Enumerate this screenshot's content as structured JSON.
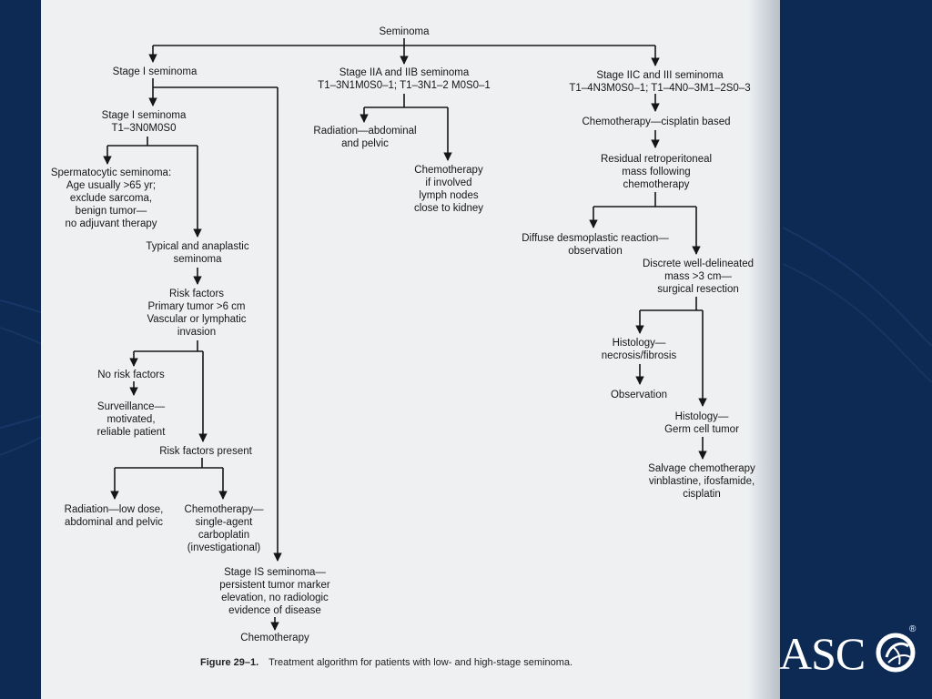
{
  "nodes": {
    "seminoma": "Seminoma",
    "stage1": "Stage I seminoma",
    "stage2ab": "Stage IIA and IIB seminoma\nT1–3N1M0S0–1; T1–3N1–2 M0S0–1",
    "stage2c3": "Stage IIC and III seminoma\nT1–4N3M0S0–1; T1–4N0–3M1–2S0–3",
    "stage1_t": "Stage I seminoma\nT1–3N0M0S0",
    "spermatocytic": "Spermatocytic seminoma:\nAge usually >65 yr;\nexclude sarcoma,\nbenign tumor—\nno adjuvant therapy",
    "typical": "Typical and anaplastic\nseminoma",
    "risk": "Risk factors\nPrimary tumor >6 cm\nVascular or lymphatic\ninvasion",
    "no_risk": "No risk factors",
    "surveillance": "Surveillance—\nmotivated,\nreliable patient",
    "risk_present": "Risk factors present",
    "rad_low": "Radiation—low dose,\nabdominal and pelvic",
    "chemo_single": "Chemotherapy—\nsingle-agent\ncarboplatin\n(investigational)",
    "stage_is": "Stage IS seminoma—\npersistent tumor marker\nelevation, no radiologic\nevidence of disease",
    "chemo_bottom": "Chemotherapy",
    "rad_abd": "Radiation—abdominal\nand pelvic",
    "chemo_nodes": "Chemotherapy\nif involved\nlymph nodes\nclose to kidney",
    "chemo_cis": "Chemotherapy—cisplatin based",
    "residual": "Residual retroperitoneal\nmass following\nchemotherapy",
    "desmo": "Diffuse desmoplastic reaction—\nobservation",
    "discrete": "Discrete well-delineated\nmass >3 cm—\nsurgical resection",
    "hist_nec": "Histology—\nnecrosis/fibrosis",
    "observation": "Observation",
    "hist_germ": "Histology—\nGerm cell tumor",
    "salvage": "Salvage chemotherapy\nvinblastine, ifosfamide,\ncisplatin"
  },
  "caption": {
    "label": "Figure 29–1.",
    "text": "Treatment algorithm for patients with low- and high-stage seminoma."
  },
  "logo": {
    "text": "ASC",
    "reg": "®"
  },
  "colors": {
    "background": "#0d2a55",
    "page": "#eef0f2",
    "ink": "#161616"
  }
}
